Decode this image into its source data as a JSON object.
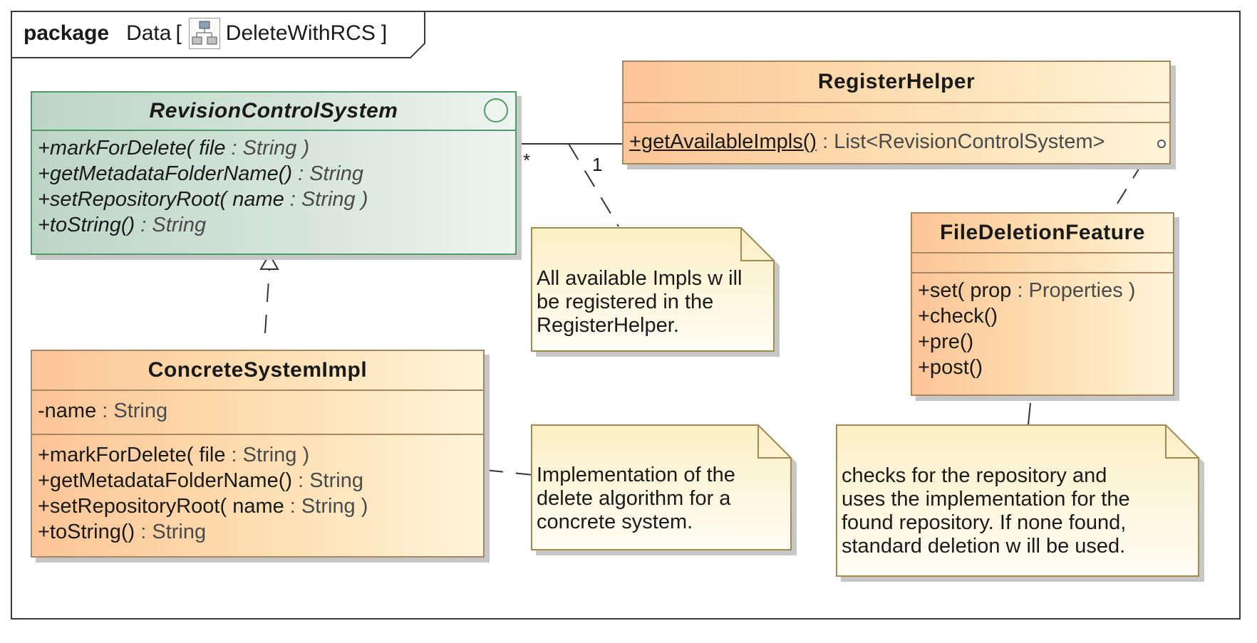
{
  "package": {
    "keyword": "package",
    "name": "Data",
    "open_bracket": "[",
    "diagram_name": "DeleteWithRCS",
    "close_bracket": "]",
    "diagram_icon": "class-diagram-icon"
  },
  "classes": {
    "rcs": {
      "name": "RevisionControlSystem",
      "stereotype_icon": "interface-icon",
      "operations": [
        {
          "name": "+markForDelete( file",
          "type": " : String )"
        },
        {
          "name": "+getMetadataFolderName()",
          "type": " : String"
        },
        {
          "name": "+setRepositoryRoot( name",
          "type": " : String )"
        },
        {
          "name": "+toString()",
          "type": " : String"
        }
      ]
    },
    "register_helper": {
      "name": "RegisterHelper",
      "operations": [
        {
          "name": "+getAvailableImpls()",
          "type": " : List<RevisionControlSystem>"
        }
      ]
    },
    "concrete": {
      "name": "ConcreteSystemImpl",
      "attributes": [
        {
          "name": "-name",
          "type": " : String"
        }
      ],
      "operations": [
        {
          "name": "+markForDelete( file",
          "type": " : String )"
        },
        {
          "name": "+getMetadataFolderName()",
          "type": " : String"
        },
        {
          "name": "+setRepositoryRoot( name",
          "type": " : String )"
        },
        {
          "name": "+toString()",
          "type": " : String"
        }
      ]
    },
    "file_deletion": {
      "name": "FileDeletionFeature",
      "operations": [
        {
          "name": "+set( prop",
          "type": " : Properties )"
        },
        {
          "name": "+check()",
          "type": ""
        },
        {
          "name": "+pre()",
          "type": ""
        },
        {
          "name": "+post()",
          "type": ""
        }
      ]
    }
  },
  "notes": {
    "register_note": [
      "All available Impls w ill",
      "be registered in the",
      "RegisterHelper."
    ],
    "impl_note": [
      "Implementation of the",
      "delete algorithm for a",
      "concrete system."
    ],
    "feature_note": [
      "checks for the repository and",
      "uses the implementation for the",
      "found repository. If none found,",
      "standard deletion w ill be used."
    ]
  },
  "multiplicities": {
    "rcs_end": "*",
    "helper_end": "1"
  },
  "colors": {
    "class_fill": "#fde0b4",
    "interface_fill": "#d8e6dd",
    "note_fill": "#fff6d6",
    "line": "#333333"
  }
}
